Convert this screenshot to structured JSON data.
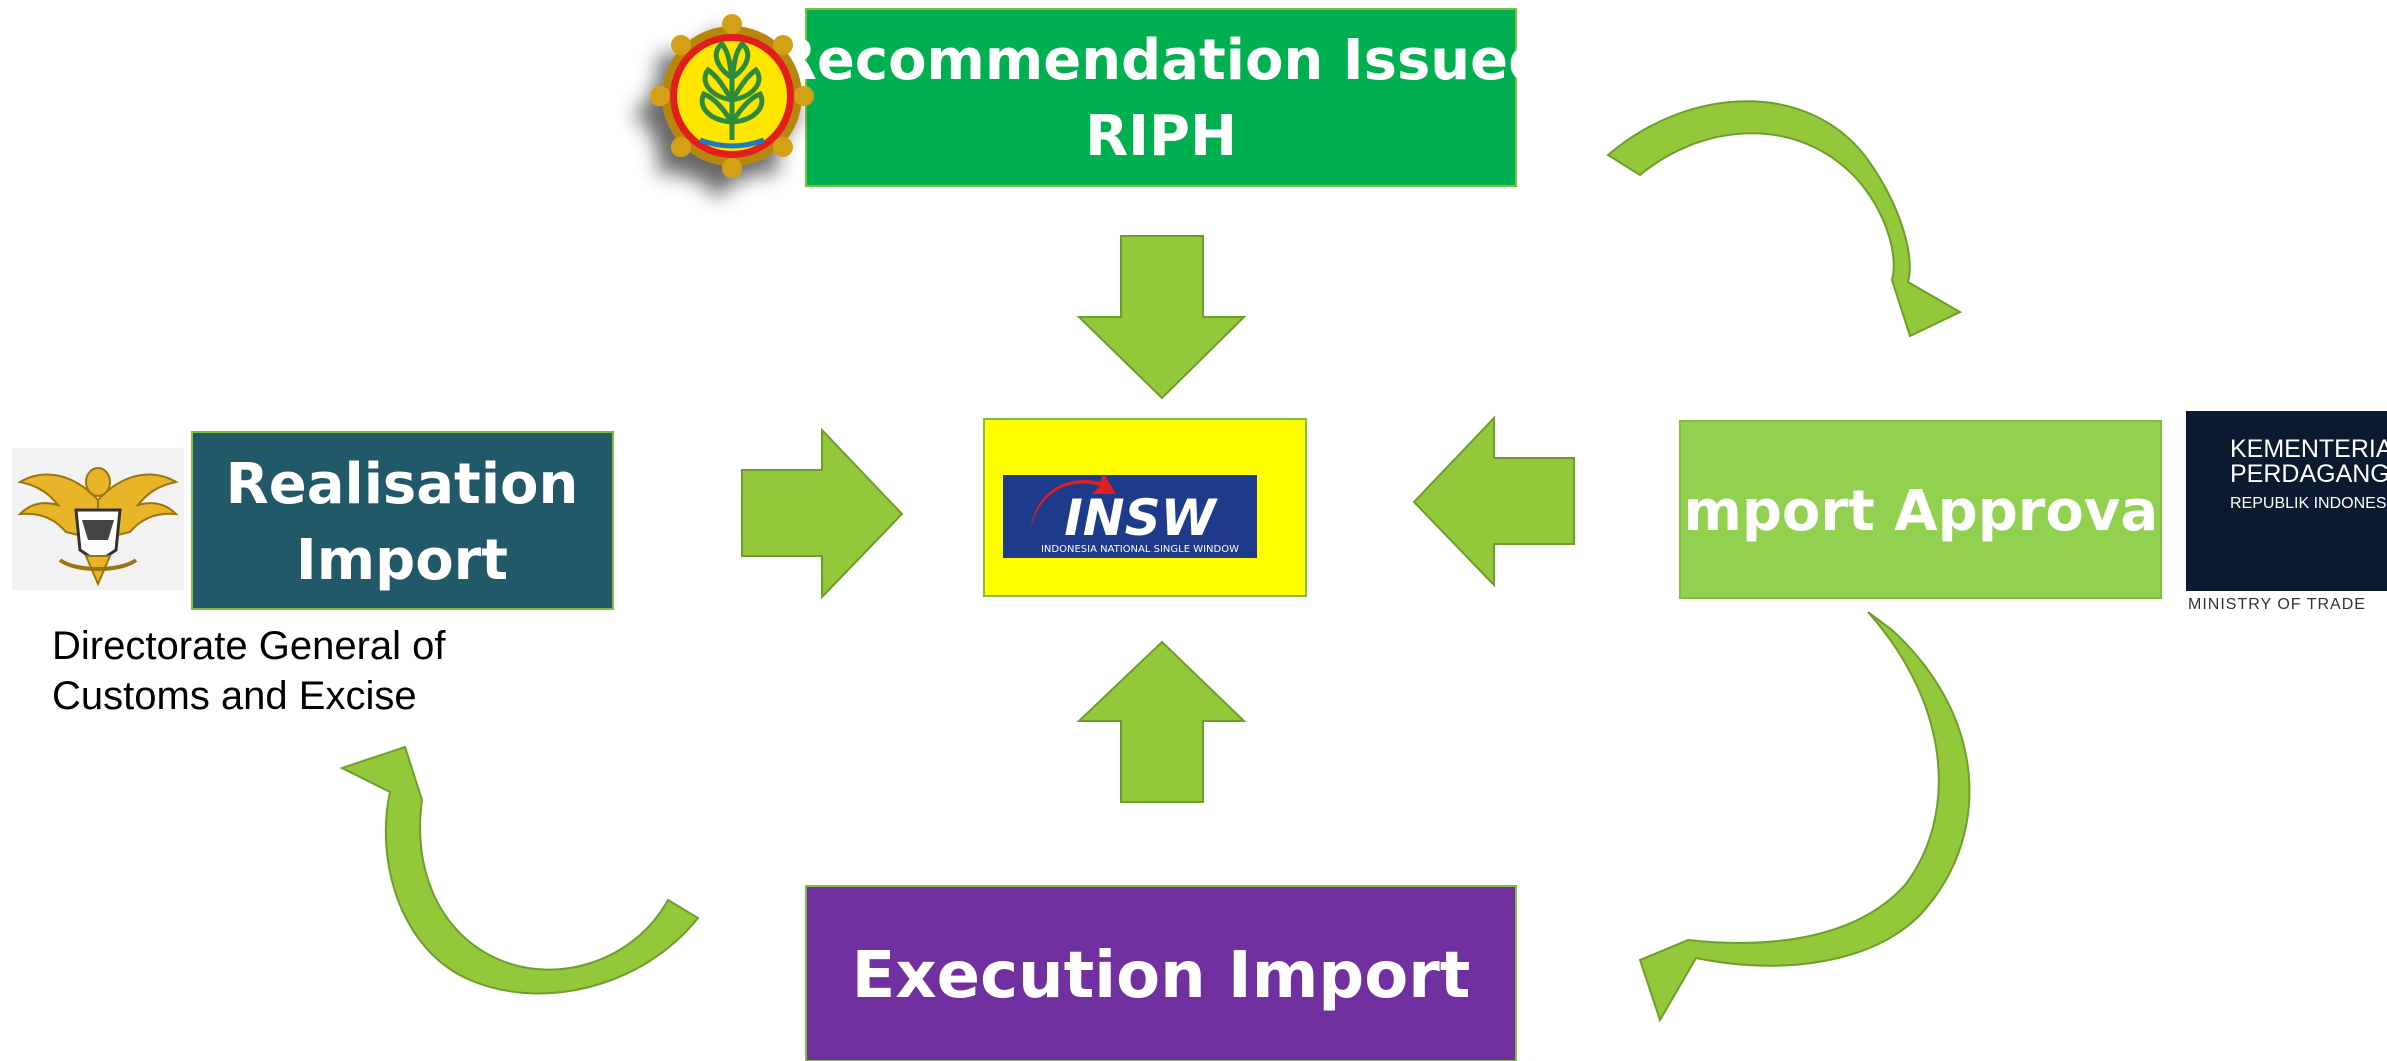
{
  "boxes": {
    "recommendation": {
      "line1": "Recommendation Issued",
      "line2": "RIPH",
      "color": "#00B050"
    },
    "realisation": {
      "line1": "Realisation",
      "line2": "Import",
      "color": "#215968"
    },
    "import_approval": {
      "label": "Import Approval",
      "color": "#92D050"
    },
    "execution": {
      "label": "Execution Import",
      "color": "#7030A0"
    },
    "center": {
      "color": "#FFFF00"
    }
  },
  "customs_caption": {
    "line1": "Directorate General of",
    "line2": "Customs and Excise"
  },
  "insw_logo": {
    "wordmark": "INSW",
    "tagline": "INDONESIA NATIONAL SINGLE WINDOW"
  },
  "ministry_logo": {
    "line1": "KEMENTERIAN",
    "line2": "PERDAGANGAN",
    "line3": "REPUBLIK INDONESIA",
    "footer": "MINISTRY OF TRADE"
  },
  "colors": {
    "arrow": "#92C83A",
    "arrow_stroke": "#6E9E2A",
    "navy": "#0B1A2E",
    "insw_blue": "#1E3A8A"
  },
  "icons": {
    "agriculture_emblem": "agriculture-ministry-emblem-icon",
    "customs_emblem": "customs-eagle-emblem-icon",
    "ministry_logo": "ministry-of-trade-logo",
    "insw_logo": "insw-logo"
  }
}
